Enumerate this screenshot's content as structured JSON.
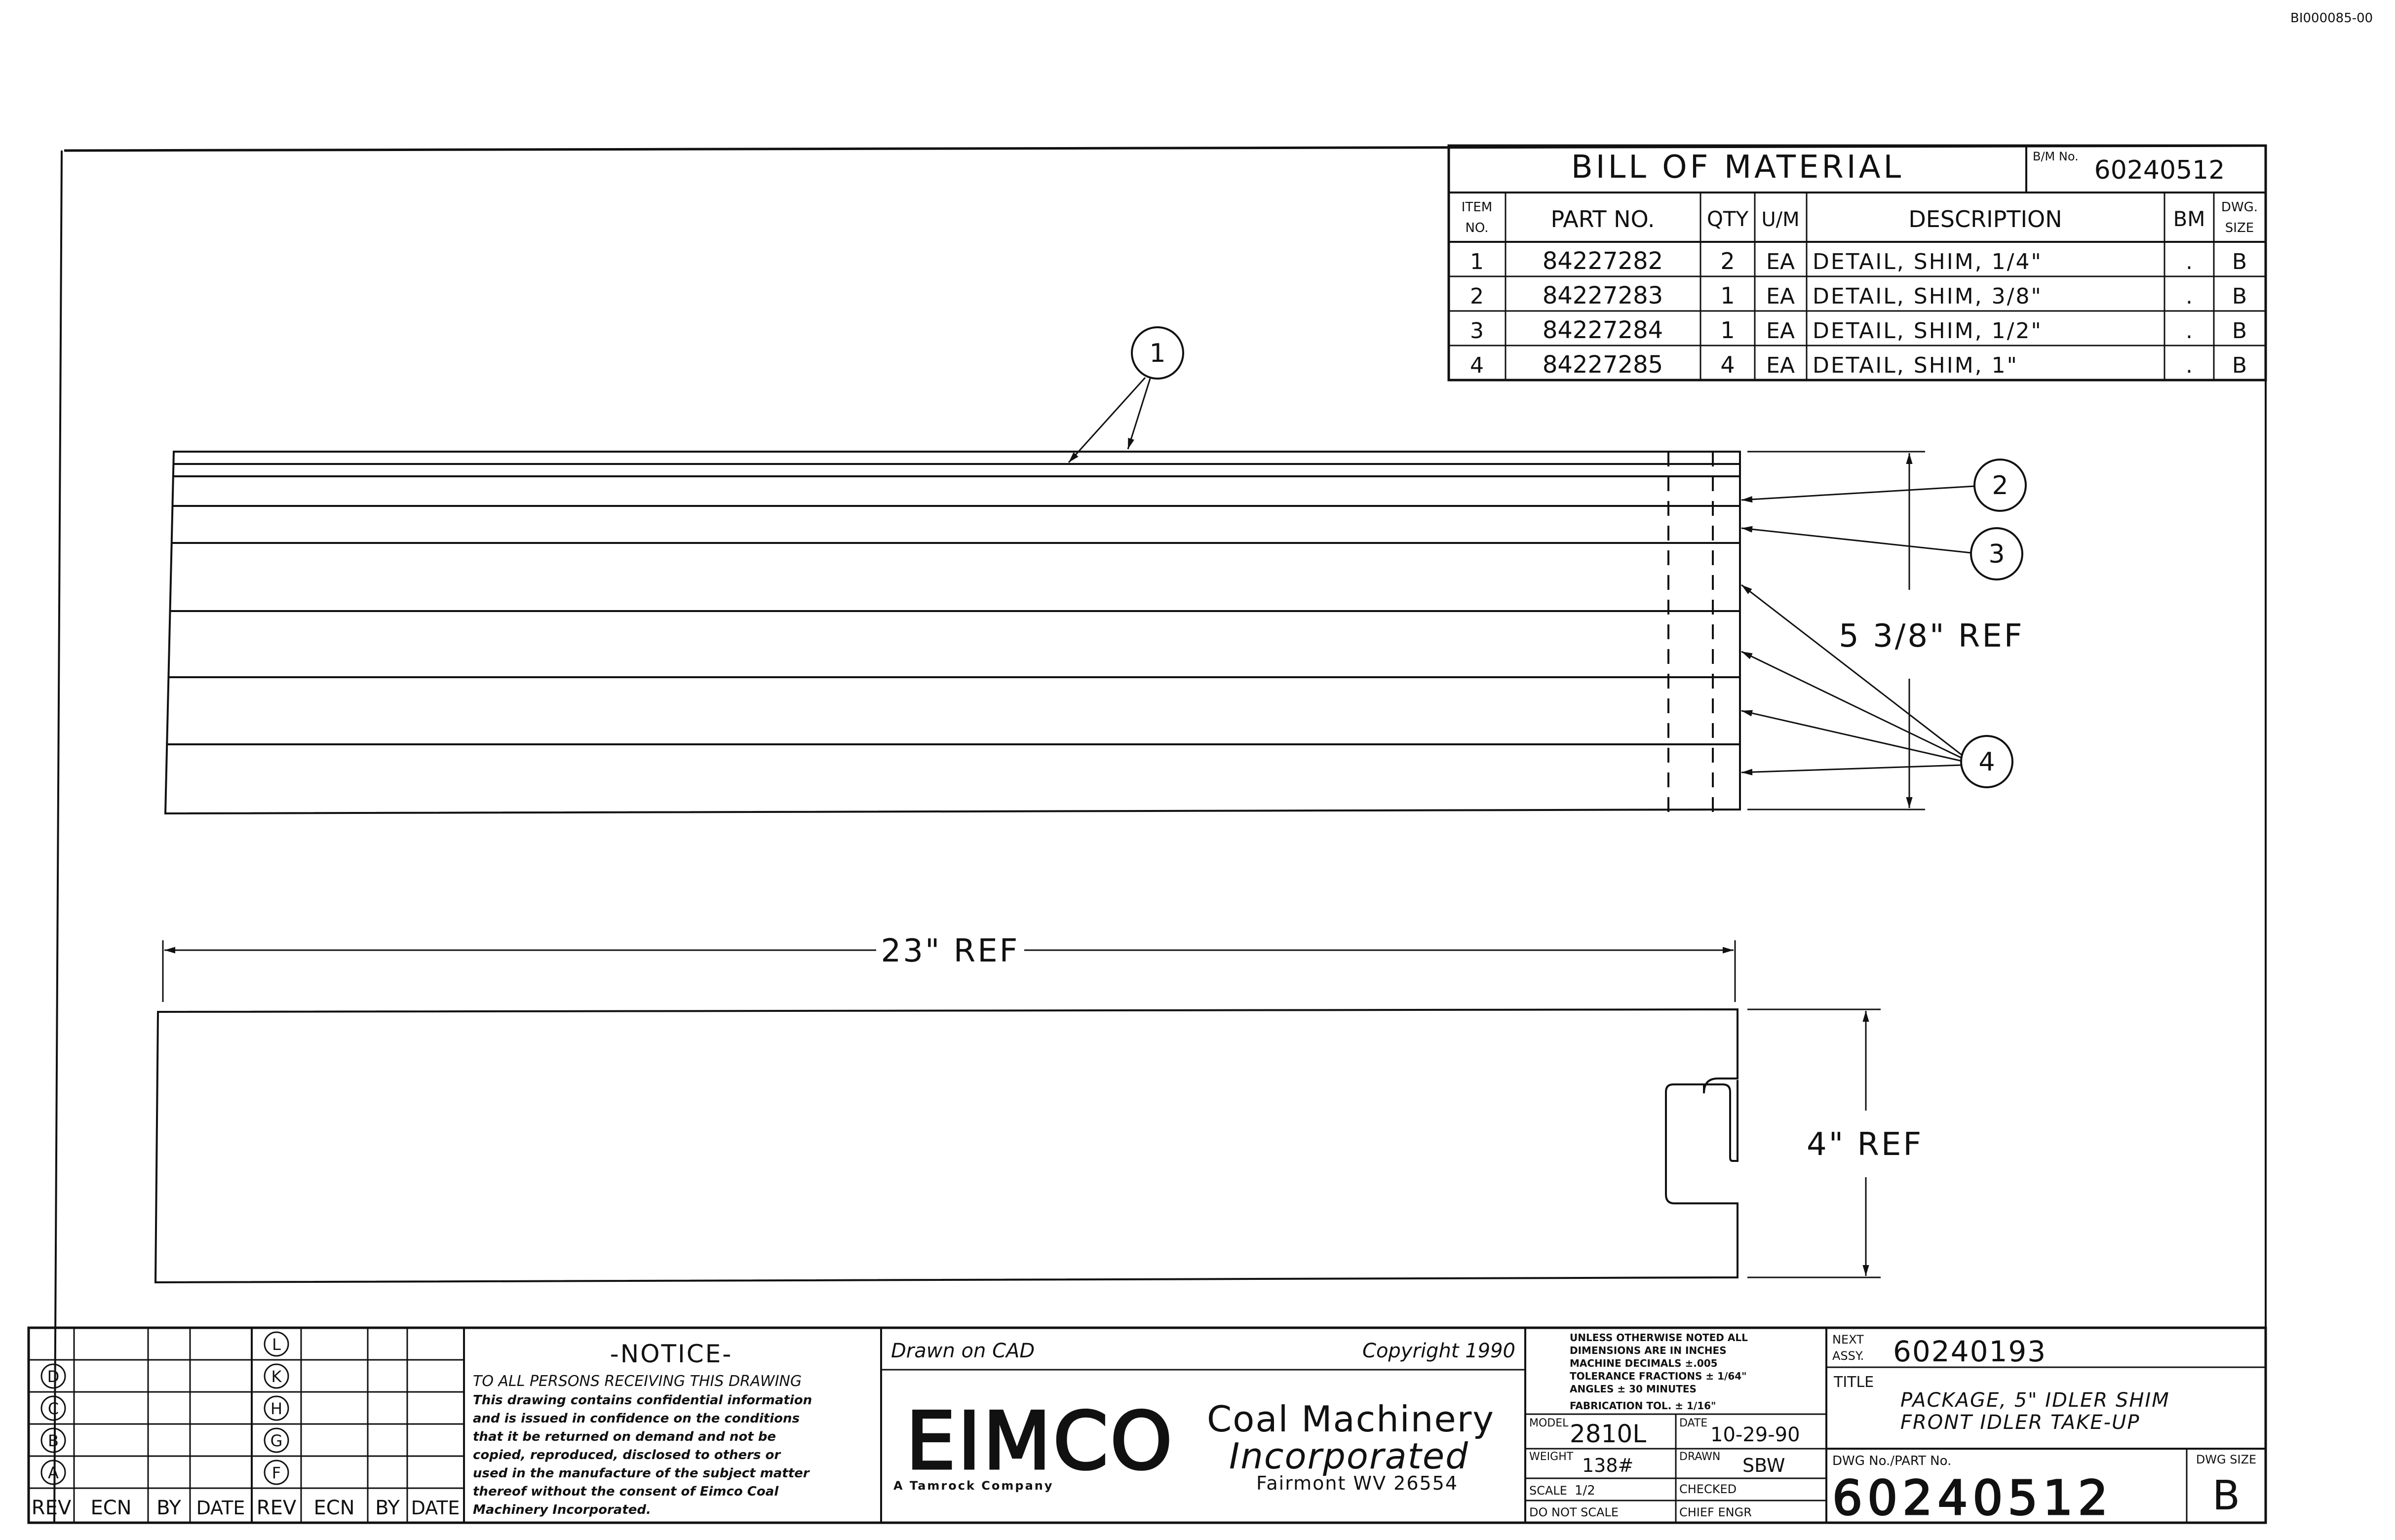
{
  "corner_id": "BI000085-00",
  "bom": {
    "title": "BILL OF MATERIAL",
    "bm_no_label": "B/M No.",
    "bm_no": "60240512",
    "headers": {
      "item_1": "ITEM",
      "item_2": "NO.",
      "part_no": "PART NO.",
      "qty": "QTY",
      "um": "U/M",
      "description": "DESCRIPTION",
      "bm": "BM",
      "dwg_1": "DWG.",
      "dwg_2": "SIZE"
    },
    "rows": [
      {
        "item": "1",
        "part_no": "84227282",
        "qty": "2",
        "um": "EA",
        "description": "DETAIL, SHIM, 1/4\"",
        "bm": ".",
        "size": "B"
      },
      {
        "item": "2",
        "part_no": "84227283",
        "qty": "1",
        "um": "EA",
        "description": "DETAIL, SHIM, 3/8\"",
        "bm": ".",
        "size": "B"
      },
      {
        "item": "3",
        "part_no": "84227284",
        "qty": "1",
        "um": "EA",
        "description": "DETAIL, SHIM, 1/2\"",
        "bm": ".",
        "size": "B"
      },
      {
        "item": "4",
        "part_no": "84227285",
        "qty": "4",
        "um": "EA",
        "description": "DETAIL, SHIM, 1\"",
        "bm": ".",
        "size": "B"
      }
    ]
  },
  "balloons": [
    "1",
    "2",
    "3",
    "4"
  ],
  "dimensions": {
    "height": "5 3/8\" REF",
    "length": "23\" REF",
    "width": "4\" REF"
  },
  "title_block": {
    "rev_headers": [
      "REV",
      "ECN",
      "BY",
      "DATE",
      "REV",
      "ECN",
      "BY",
      "DATE"
    ],
    "rev_letters_left": [
      "D",
      "C",
      "B",
      "A"
    ],
    "rev_letters_right": [
      "L",
      "K",
      "H",
      "G",
      "F"
    ],
    "notice_title": "-NOTICE-",
    "notice_lines": [
      "TO ALL PERSONS RECEIVING THIS DRAWING",
      "This drawing contains confidential information",
      "and is issued in confidence on the conditions",
      "that it be returned on demand and not be",
      "copied, reproduced, disclosed to others or",
      "used in the manufacture of the subject matter",
      "thereof without the consent of Eimco Coal",
      "Machinery Incorporated."
    ],
    "drawn_on": "Drawn on CAD",
    "copyright": "Copyright 1990",
    "logo": "EIMCO",
    "company_1": "Coal Machinery",
    "company_2": "Incorporated",
    "tagline": "A Tamrock Company",
    "location": "Fairmont WV 26554",
    "tolerance_lines": [
      "UNLESS OTHERWISE NOTED ALL",
      "DIMENSIONS ARE IN INCHES",
      "MACHINE    DECIMALS ±.005",
      "TOLERANCE  FRACTIONS ± 1/64\"",
      "           ANGLES ± 30 MINUTES",
      "FABRICATION TOL. ± 1/16\""
    ],
    "model_label": "MODEL",
    "model": "2810L",
    "date_label": "DATE",
    "date": "10-29-90",
    "weight_label": "WEIGHT",
    "weight": "138#",
    "drawn_label": "DRAWN",
    "drawn": "SBW",
    "scale_label": "SCALE",
    "scale": "1/2",
    "checked_label": "CHECKED",
    "do_not_scale": "DO NOT SCALE",
    "chief_engr": "CHIEF ENGR",
    "next_assy_label_1": "NEXT",
    "next_assy_label_2": "ASSY.",
    "next_assy": "60240193",
    "title_label": "TITLE",
    "title_1": "PACKAGE, 5\" IDLER SHIM",
    "title_2": "FRONT IDLER TAKE-UP",
    "dwg_no_label": "DWG No./PART No.",
    "dwg_no": "60240512",
    "dwg_size_label": "DWG SIZE",
    "dwg_size": "B"
  }
}
